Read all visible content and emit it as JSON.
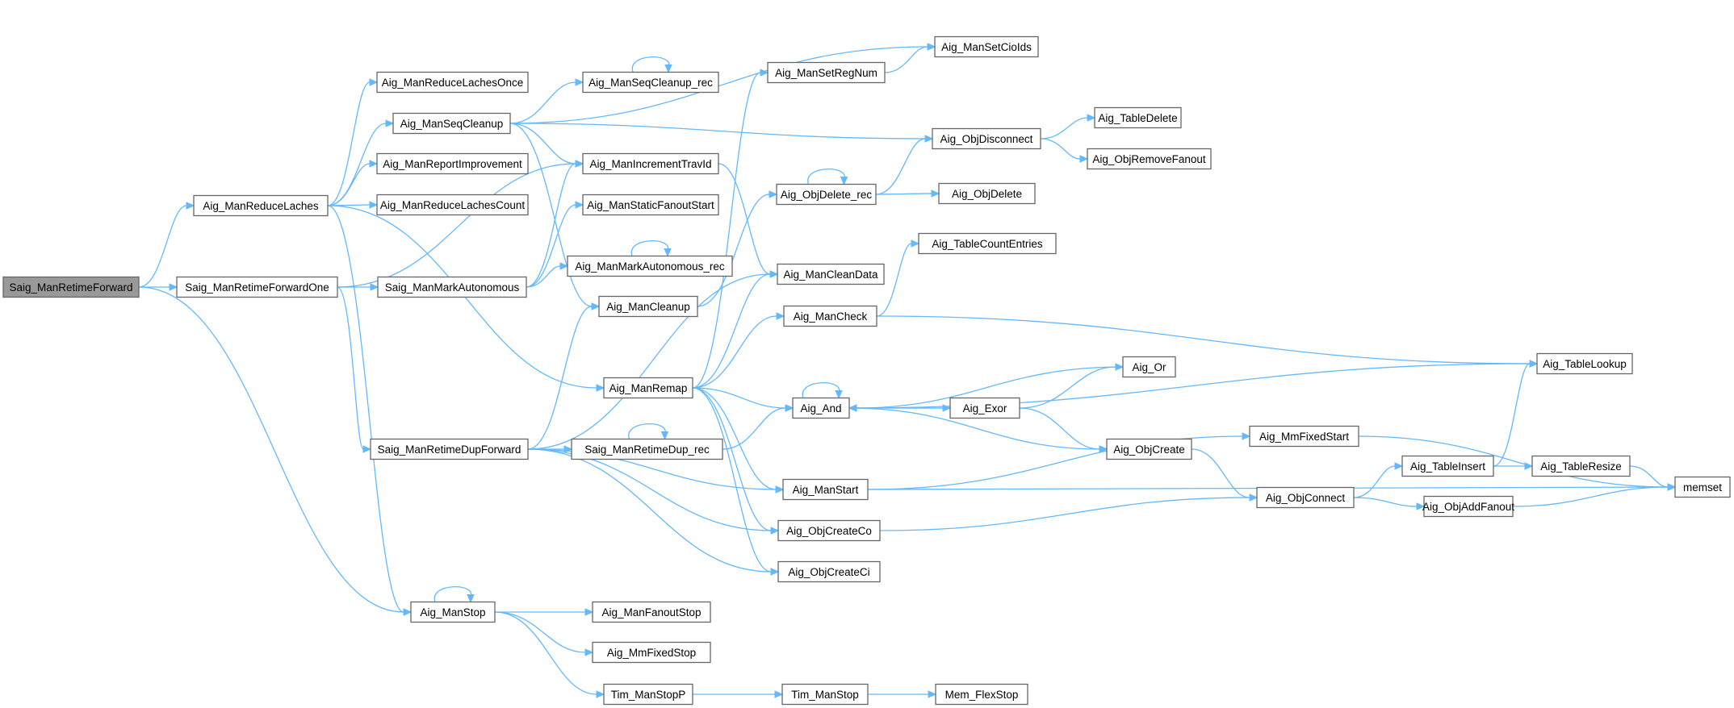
{
  "colors": {
    "edge": "#63b8ff",
    "node_border": "#666666",
    "root_fill": "#999999",
    "node_fill": "#ffffff"
  },
  "nodes": [
    {
      "id": "n0",
      "label": "Saig_ManRetimeForward",
      "root": true
    },
    {
      "id": "n1",
      "label": "Aig_ManReduceLaches"
    },
    {
      "id": "n2",
      "label": "Saig_ManRetimeForwardOne"
    },
    {
      "id": "n3",
      "label": "Aig_ManStop"
    },
    {
      "id": "n4",
      "label": "Aig_ManReduceLachesOnce"
    },
    {
      "id": "n5",
      "label": "Aig_ManSeqCleanup"
    },
    {
      "id": "n6",
      "label": "Aig_ManReportImprovement"
    },
    {
      "id": "n7",
      "label": "Aig_ManReduceLachesCount"
    },
    {
      "id": "n8",
      "label": "Saig_ManMarkAutonomous"
    },
    {
      "id": "n9",
      "label": "Saig_ManRetimeDupForward"
    },
    {
      "id": "n10",
      "label": "Aig_ManSeqCleanup_rec"
    },
    {
      "id": "n11",
      "label": "Aig_ManIncrementTravId"
    },
    {
      "id": "n12",
      "label": "Aig_ManStaticFanoutStart"
    },
    {
      "id": "n13",
      "label": "Aig_ManMarkAutonomous_rec"
    },
    {
      "id": "n14",
      "label": "Aig_ManCleanup"
    },
    {
      "id": "n15",
      "label": "Aig_ManRemap"
    },
    {
      "id": "n16",
      "label": "Saig_ManRetimeDup_rec"
    },
    {
      "id": "n17",
      "label": "Aig_ManFanoutStop"
    },
    {
      "id": "n18",
      "label": "Aig_MmFixedStop"
    },
    {
      "id": "n19",
      "label": "Tim_ManStopP"
    },
    {
      "id": "n20",
      "label": "Aig_ManSetRegNum"
    },
    {
      "id": "n21",
      "label": "Aig_ObjDelete_rec"
    },
    {
      "id": "n22",
      "label": "Aig_ManCleanData"
    },
    {
      "id": "n23",
      "label": "Aig_ManCheck"
    },
    {
      "id": "n24",
      "label": "Aig_And"
    },
    {
      "id": "n25",
      "label": "Aig_ManStart"
    },
    {
      "id": "n26",
      "label": "Aig_ObjCreateCo"
    },
    {
      "id": "n27",
      "label": "Aig_ObjCreateCi"
    },
    {
      "id": "n28",
      "label": "Tim_ManStop"
    },
    {
      "id": "n29",
      "label": "Aig_ManSetCioIds"
    },
    {
      "id": "n30",
      "label": "Aig_ObjDisconnect"
    },
    {
      "id": "n31",
      "label": "Aig_ObjDelete"
    },
    {
      "id": "n32",
      "label": "Aig_TableCountEntries"
    },
    {
      "id": "n33",
      "label": "Aig_Or"
    },
    {
      "id": "n34",
      "label": "Aig_Exor"
    },
    {
      "id": "n35",
      "label": "Aig_ObjCreate"
    },
    {
      "id": "n36",
      "label": "Mem_FlexStop"
    },
    {
      "id": "n37",
      "label": "Aig_TableDelete"
    },
    {
      "id": "n38",
      "label": "Aig_ObjRemoveFanout"
    },
    {
      "id": "n39",
      "label": "Aig_MmFixedStart"
    },
    {
      "id": "n40",
      "label": "Aig_ObjConnect"
    },
    {
      "id": "n41",
      "label": "Aig_TableLookup"
    },
    {
      "id": "n42",
      "label": "Aig_TableInsert"
    },
    {
      "id": "n43",
      "label": "Aig_ObjAddFanout"
    },
    {
      "id": "n44",
      "label": "Aig_TableResize"
    },
    {
      "id": "n45",
      "label": "memset"
    }
  ],
  "edges": [
    [
      "n0",
      "n1"
    ],
    [
      "n0",
      "n2"
    ],
    [
      "n0",
      "n3"
    ],
    [
      "n1",
      "n4"
    ],
    [
      "n1",
      "n5"
    ],
    [
      "n1",
      "n6"
    ],
    [
      "n1",
      "n7"
    ],
    [
      "n1",
      "n3"
    ],
    [
      "n1",
      "n15"
    ],
    [
      "n2",
      "n8"
    ],
    [
      "n2",
      "n9"
    ],
    [
      "n2",
      "n11"
    ],
    [
      "n3",
      "n3"
    ],
    [
      "n3",
      "n17"
    ],
    [
      "n3",
      "n18"
    ],
    [
      "n3",
      "n19"
    ],
    [
      "n5",
      "n10"
    ],
    [
      "n5",
      "n11"
    ],
    [
      "n5",
      "n14"
    ],
    [
      "n5",
      "n29"
    ],
    [
      "n5",
      "n30"
    ],
    [
      "n10",
      "n10"
    ],
    [
      "n8",
      "n11"
    ],
    [
      "n8",
      "n12"
    ],
    [
      "n8",
      "n13"
    ],
    [
      "n13",
      "n13"
    ],
    [
      "n9",
      "n14"
    ],
    [
      "n9",
      "n22"
    ],
    [
      "n9",
      "n16"
    ],
    [
      "n9",
      "n25"
    ],
    [
      "n9",
      "n26"
    ],
    [
      "n9",
      "n27"
    ],
    [
      "n16",
      "n16"
    ],
    [
      "n16",
      "n24"
    ],
    [
      "n14",
      "n21"
    ],
    [
      "n11",
      "n22"
    ],
    [
      "n15",
      "n20"
    ],
    [
      "n15",
      "n22"
    ],
    [
      "n15",
      "n23"
    ],
    [
      "n15",
      "n24"
    ],
    [
      "n15",
      "n25"
    ],
    [
      "n15",
      "n26"
    ],
    [
      "n15",
      "n27"
    ],
    [
      "n20",
      "n29"
    ],
    [
      "n21",
      "n21"
    ],
    [
      "n21",
      "n30"
    ],
    [
      "n21",
      "n31"
    ],
    [
      "n23",
      "n32"
    ],
    [
      "n23",
      "n41"
    ],
    [
      "n24",
      "n24"
    ],
    [
      "n24",
      "n34"
    ],
    [
      "n24",
      "n35"
    ],
    [
      "n24",
      "n41"
    ],
    [
      "n33",
      "n24"
    ],
    [
      "n34",
      "n24"
    ],
    [
      "n34",
      "n33"
    ],
    [
      "n34",
      "n35"
    ],
    [
      "n30",
      "n37"
    ],
    [
      "n30",
      "n38"
    ],
    [
      "n35",
      "n40"
    ],
    [
      "n25",
      "n39"
    ],
    [
      "n25",
      "n45"
    ],
    [
      "n26",
      "n40"
    ],
    [
      "n40",
      "n42"
    ],
    [
      "n40",
      "n43"
    ],
    [
      "n42",
      "n41"
    ],
    [
      "n42",
      "n44"
    ],
    [
      "n44",
      "n45"
    ],
    [
      "n43",
      "n45"
    ],
    [
      "n39",
      "n45"
    ],
    [
      "n19",
      "n28"
    ],
    [
      "n28",
      "n36"
    ]
  ]
}
